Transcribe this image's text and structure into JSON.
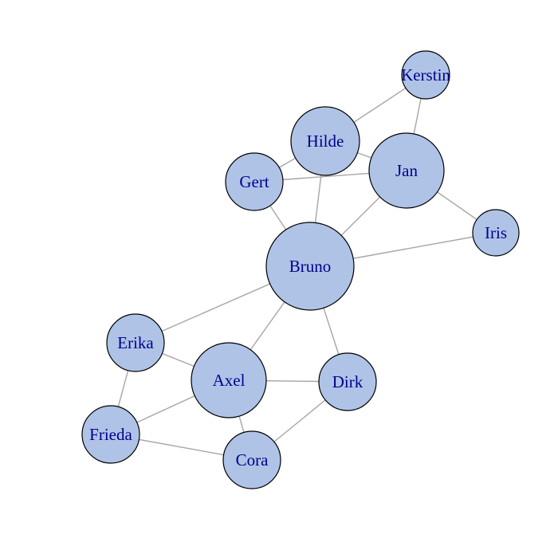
{
  "graph": {
    "colors": {
      "node_fill": "#afc3e7",
      "node_border": "#000000",
      "edge": "#a6a6a6",
      "label": "#00008b",
      "background": "#ffffff"
    },
    "nodes": [
      {
        "id": "Kerstin",
        "label": "Kerstin",
        "size": 1
      },
      {
        "id": "Hilde",
        "label": "Hilde",
        "size": 3
      },
      {
        "id": "Jan",
        "label": "Jan",
        "size": 4
      },
      {
        "id": "Gert",
        "label": "Gert",
        "size": 2
      },
      {
        "id": "Iris",
        "label": "Iris",
        "size": 1
      },
      {
        "id": "Bruno",
        "label": "Bruno",
        "size": 6
      },
      {
        "id": "Erika",
        "label": "Erika",
        "size": 2
      },
      {
        "id": "Axel",
        "label": "Axel",
        "size": 4
      },
      {
        "id": "Dirk",
        "label": "Dirk",
        "size": 2
      },
      {
        "id": "Frieda",
        "label": "Frieda",
        "size": 2
      },
      {
        "id": "Cora",
        "label": "Cora",
        "size": 2
      }
    ],
    "edges": [
      [
        "Hilde",
        "Kerstin"
      ],
      [
        "Jan",
        "Kerstin"
      ],
      [
        "Hilde",
        "Jan"
      ],
      [
        "Gert",
        "Hilde"
      ],
      [
        "Gert",
        "Jan"
      ],
      [
        "Hilde",
        "Bruno"
      ],
      [
        "Gert",
        "Bruno"
      ],
      [
        "Jan",
        "Bruno"
      ],
      [
        "Jan",
        "Iris"
      ],
      [
        "Bruno",
        "Iris"
      ],
      [
        "Bruno",
        "Erika"
      ],
      [
        "Bruno",
        "Axel"
      ],
      [
        "Bruno",
        "Dirk"
      ],
      [
        "Erika",
        "Axel"
      ],
      [
        "Erika",
        "Frieda"
      ],
      [
        "Axel",
        "Frieda"
      ],
      [
        "Axel",
        "Dirk"
      ],
      [
        "Axel",
        "Cora"
      ],
      [
        "Frieda",
        "Cora"
      ],
      [
        "Cora",
        "Dirk"
      ]
    ]
  }
}
